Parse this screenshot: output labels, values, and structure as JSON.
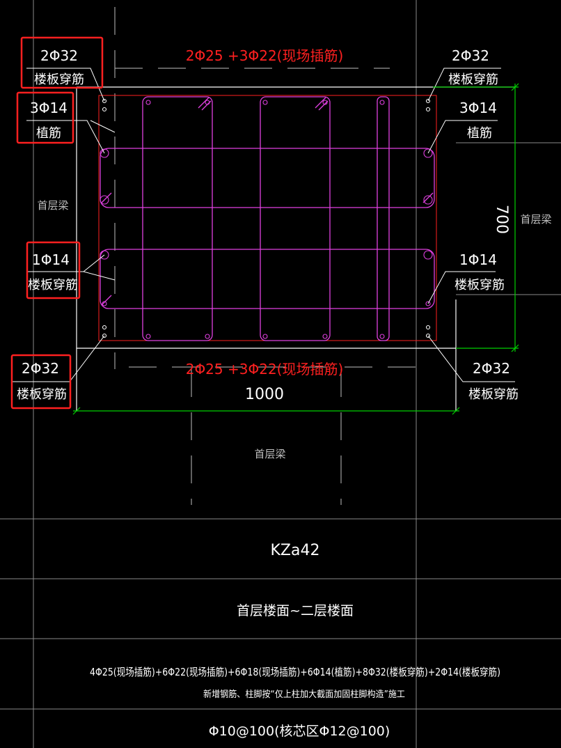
{
  "top_rebar_label": "2Φ25 +3Φ22(现场插筋)",
  "bottom_rebar_label": "2Φ25 +3Φ22(现场插筋)",
  "corner_tl": {
    "count": "2Φ32",
    "desc": "楼板穿筋"
  },
  "corner_tr": {
    "count": "2Φ32",
    "desc": "楼板穿筋"
  },
  "corner_bl": {
    "count": "2Φ32",
    "desc": "楼板穿筋"
  },
  "corner_br": {
    "count": "2Φ32",
    "desc": "楼板穿筋"
  },
  "plant_left": {
    "count": "3Φ14",
    "desc": "植筋"
  },
  "plant_right": {
    "count": "3Φ14",
    "desc": "植筋"
  },
  "mid_left": {
    "count": "1Φ14",
    "desc": "楼板穿筋"
  },
  "mid_right": {
    "count": "1Φ14",
    "desc": "楼板穿筋"
  },
  "beam_left": "首层梁",
  "beam_right": "首层梁",
  "beam_bottom": "首层梁",
  "dim_width": "1000",
  "dim_height": "700",
  "table": {
    "column_id": "KZa42",
    "floor_range": "首层楼面~二层楼面",
    "rebar_line1": "4Φ25(现场插筋)+6Φ22(现场插筋)+6Φ18(现场插筋)+6Φ14(植筋)+8Φ32(楼板穿筋)+2Φ14(楼板穿筋)",
    "rebar_line2": "新增钢筋、柱脚按“仅上柱加大截面加固柱脚构造”施工",
    "stirrup": "Φ10@100(核芯区Φ12@100)"
  },
  "colors": {
    "background": "#000000",
    "outline": "#ffffff",
    "stirrup": "#e040e0",
    "rebar_text": "#ff2020",
    "dimension": "#00d000",
    "highlight_box": "#ff2020"
  }
}
